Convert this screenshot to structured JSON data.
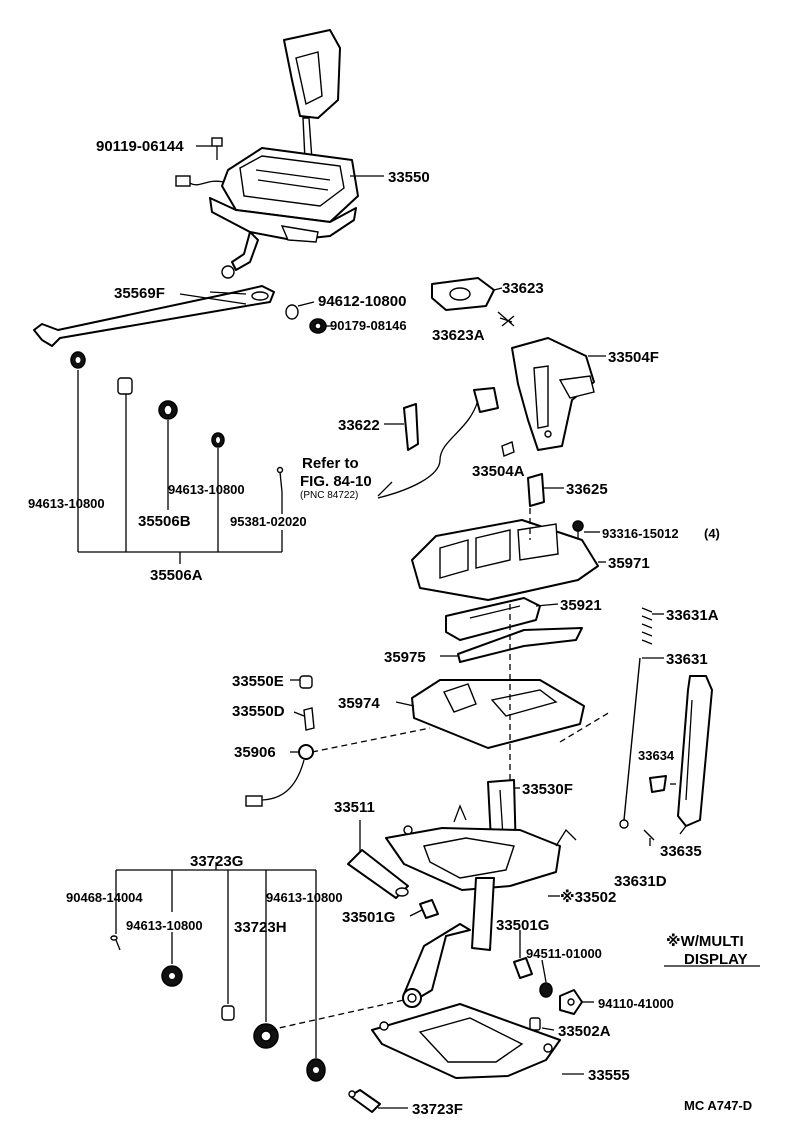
{
  "labels": {
    "p90119_06144": "90119-06144",
    "p33550": "33550",
    "p35569F": "35569F",
    "p94612_10800": "94612-10800",
    "p90179_08146": "90179-08146",
    "p33623": "33623",
    "p33623A": "33623A",
    "p33504F": "33504F",
    "p33622": "33622",
    "p33504A": "33504A",
    "p33625": "33625",
    "p94613_10800_left": "94613-10800",
    "p94613_10800_mid": "94613-10800",
    "p35506B": "35506B",
    "p95381_02020": "95381-02020",
    "p35506A": "35506A",
    "p93316_15012": "93316-15012",
    "p93316_qty": "(4)",
    "p35971": "35971",
    "p35921": "35921",
    "p33631A": "33631A",
    "p35975": "35975",
    "p33631": "33631",
    "p33550E": "33550E",
    "p35974": "35974",
    "p33550D": "33550D",
    "p35906": "35906",
    "p33634": "33634",
    "p33511": "33511",
    "p33530F": "33530F",
    "p33635": "33635",
    "p33631D": "33631D",
    "p33723G": "33723G",
    "p90468_14004": "90468-14004",
    "p94613_10800_g1": "94613-10800",
    "p94613_10800_g2": "94613-10800",
    "p33723H": "33723H",
    "p33502": "※33502",
    "p33501G_left": "33501G",
    "p33501G_right": "33501G",
    "p94511_01000": "94511-01000",
    "p94110_41000": "94110-41000",
    "p33502A": "33502A",
    "p33555": "33555",
    "p33723F": "33723F"
  },
  "refer": {
    "line1": "Refer to",
    "line2": "FIG. 84-10",
    "line3": "(PNC 84722)"
  },
  "note": {
    "line1": "※W/MULTI",
    "line2": "DISPLAY"
  },
  "figure_code": "MC A747-D"
}
